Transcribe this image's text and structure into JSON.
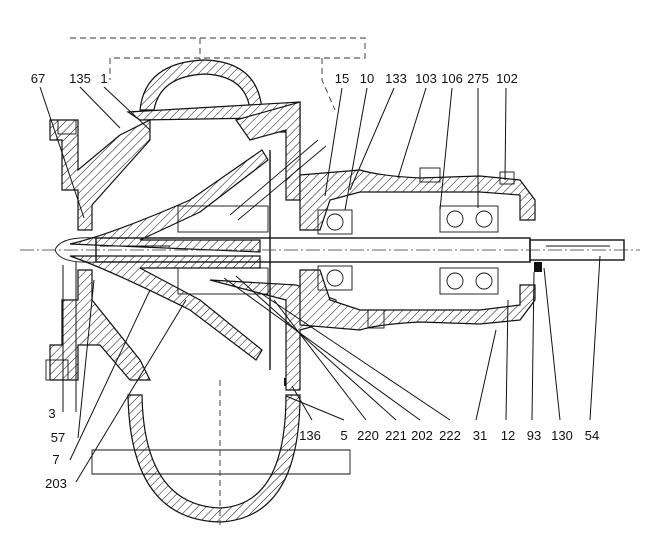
{
  "callouts": {
    "top": [
      "15",
      "10",
      "133",
      "103",
      "106",
      "275",
      "102"
    ],
    "top_left": [
      "67",
      "135",
      "1"
    ],
    "left": [
      "3",
      "57",
      "7",
      "203"
    ],
    "bottom": [
      "136",
      "5",
      "220",
      "221",
      "202",
      "222",
      "31",
      "12",
      "93",
      "130",
      "54"
    ]
  },
  "colors": {
    "line": "#111111",
    "background": "#ffffff"
  }
}
